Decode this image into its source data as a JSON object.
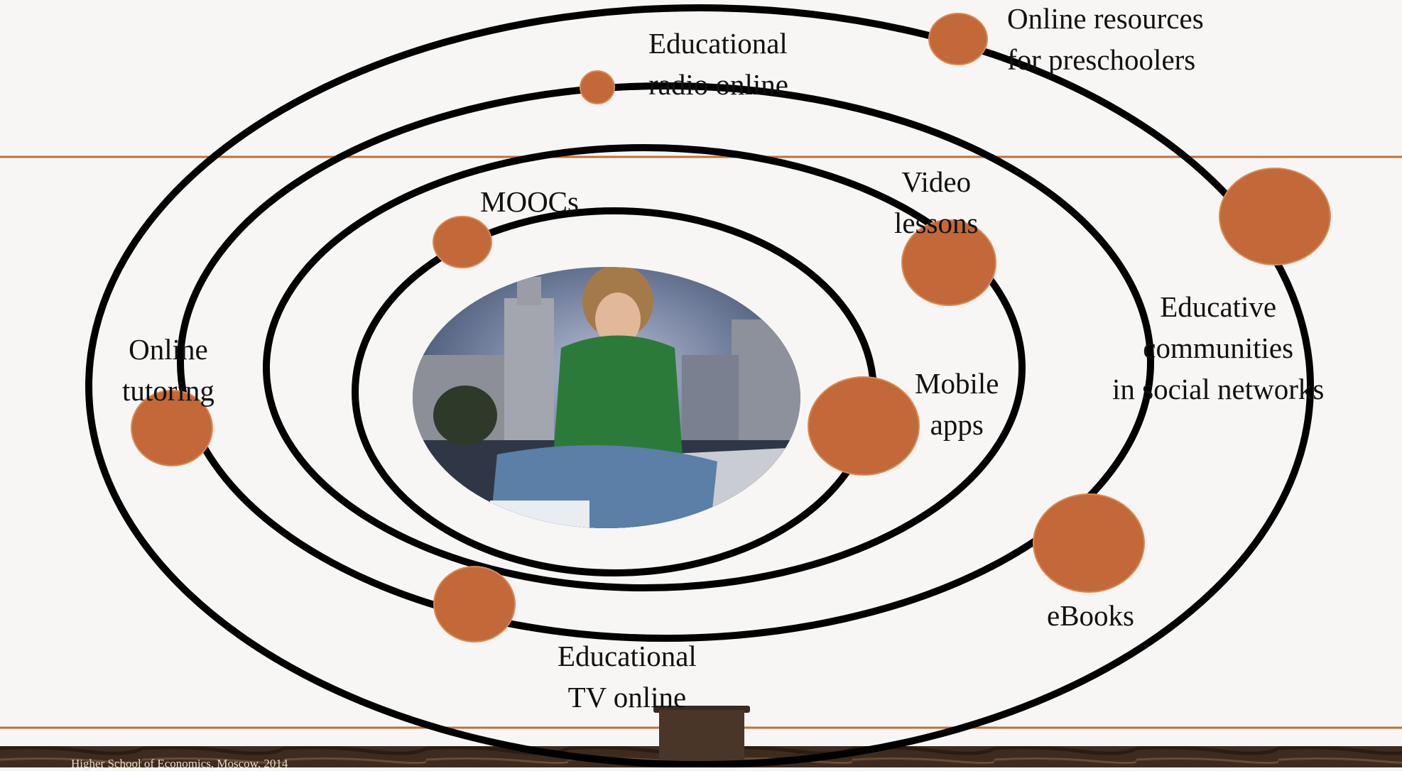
{
  "colors": {
    "accent_line": "#c0703a",
    "planet": "#c36838",
    "orbit": "#000000",
    "floor": "#3b2a1e"
  },
  "center_image": {
    "description_icon": "student-with-laptop-photo"
  },
  "labels": {
    "online_resources": "Online resources\nfor preschoolers",
    "educational_radio": "Educational\nradio online",
    "moocs": "MOOCs",
    "video_lessons": "Video\nlessons",
    "educative_communities": "Educative\ncommunities\nin social networks",
    "online_tutoring": "Online\ntutoring",
    "mobile_apps": "Mobile\napps",
    "ebooks": "eBooks",
    "educational_tv": "Educational\nTV online"
  },
  "footer": {
    "text": "Higher School of Economics, Moscow, 2014"
  }
}
